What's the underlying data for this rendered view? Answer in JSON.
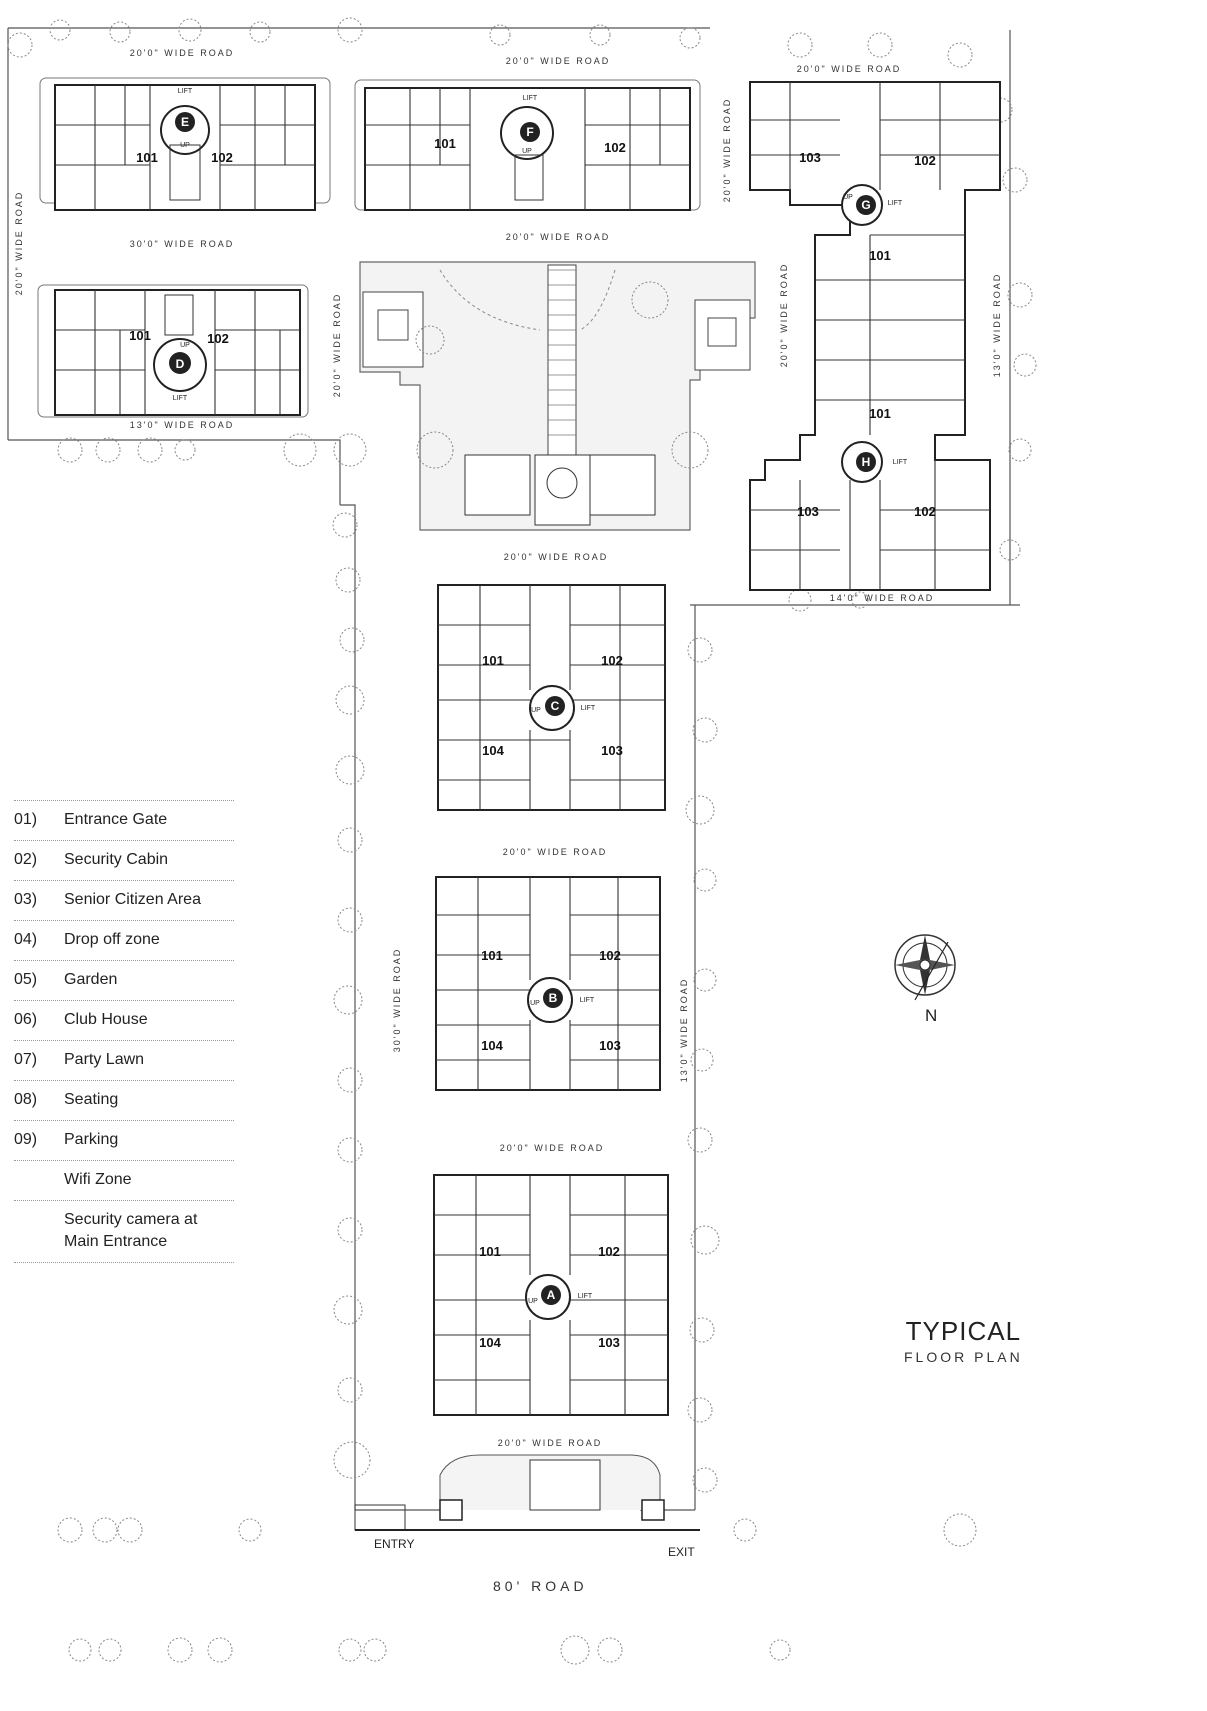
{
  "roads": {
    "top_left": "20'0\" WIDE ROAD",
    "top_mid": "20'0\" WIDE ROAD",
    "top_right": "20'0\" WIDE ROAD",
    "left_vertical": "20'0\" WIDE ROAD",
    "road_30_top": "30'0\" WIDE ROAD",
    "road_13_d": "13'0\" WIDE ROAD",
    "road_20_vd": "20'0\" WIDE ROAD",
    "road_20_vf": "20'0\" WIDE ROAD",
    "road_20_below_f": "20'0\" WIDE ROAD",
    "road_20_below_garden": "20'0\" WIDE ROAD",
    "road_20_vg": "20'0\" WIDE ROAD",
    "road_13_vg": "13'0\" WIDE ROAD",
    "road_14_h": "14'0\" WIDE ROAD",
    "road_20_c": "20'0\" WIDE ROAD",
    "road_30_vert": "30'0\" WIDE ROAD",
    "road_13_vert": "13'0\" WIDE ROAD",
    "road_20_b": "20'0\" WIDE ROAD",
    "road_20_a": "20'0\" WIDE ROAD",
    "main_road": "80' ROAD"
  },
  "buildings": {
    "E": {
      "label": "E",
      "units": [
        "101",
        "102"
      ]
    },
    "F": {
      "label": "F",
      "units": [
        "101",
        "102"
      ]
    },
    "D": {
      "label": "D",
      "units": [
        "101",
        "102"
      ]
    },
    "G": {
      "label": "G",
      "units": [
        "103",
        "102",
        "101"
      ]
    },
    "H": {
      "label": "H",
      "units": [
        "101",
        "103",
        "102"
      ]
    },
    "C": {
      "label": "C",
      "units": [
        "101",
        "102",
        "104",
        "103"
      ]
    },
    "B": {
      "label": "B",
      "units": [
        "101",
        "102",
        "104",
        "103"
      ]
    },
    "A": {
      "label": "A",
      "units": [
        "101",
        "102",
        "104",
        "103"
      ]
    }
  },
  "core_text": {
    "lift": "LIFT",
    "up": "UP"
  },
  "gates": {
    "entry": "ENTRY",
    "exit": "EXIT"
  },
  "legend": [
    {
      "num": "01)",
      "text": "Entrance Gate"
    },
    {
      "num": "02)",
      "text": "Security Cabin"
    },
    {
      "num": "03)",
      "text": "Senior Citizen Area"
    },
    {
      "num": "04)",
      "text": "Drop off zone"
    },
    {
      "num": "05)",
      "text": "Garden"
    },
    {
      "num": "06)",
      "text": "Club House"
    },
    {
      "num": "07)",
      "text": "Party Lawn"
    },
    {
      "num": "08)",
      "text": "Seating"
    },
    {
      "num": "09)",
      "text": "Parking"
    },
    {
      "num": "",
      "text": "Wifi Zone"
    },
    {
      "num": "",
      "text": "Security camera at\nMain Entrance"
    }
  ],
  "title": {
    "line1": "TYPICAL",
    "line2": "FLOOR PLAN"
  },
  "compass": {
    "label": "N"
  }
}
